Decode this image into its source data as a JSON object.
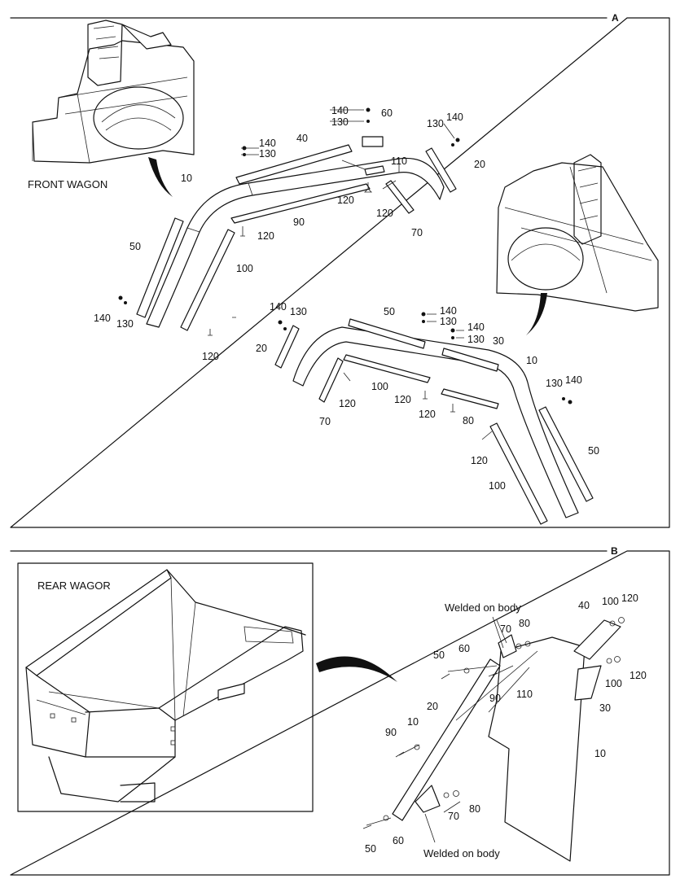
{
  "panels": {
    "a": {
      "tag": "A",
      "captions": {
        "front_wagon": "FRONT WAGON"
      },
      "labels": [
        "140",
        "130",
        "60",
        "140",
        "130",
        "140",
        "130",
        "40",
        "20",
        "10",
        "110",
        "120",
        "120",
        "90",
        "70",
        "50",
        "100",
        "120",
        "140",
        "130",
        "120",
        "140",
        "130",
        "50",
        "140",
        "130",
        "140",
        "130",
        "30",
        "10",
        "20",
        "100",
        "120",
        "70",
        "120",
        "120",
        "80",
        "130",
        "140",
        "50",
        "120",
        "100"
      ]
    },
    "b": {
      "tag": "B",
      "captions": {
        "rear_wagon": "REAR WAGOR",
        "welded_top": "Welded on body",
        "welded_bottom": "Welded on body"
      },
      "labels": [
        "40",
        "100",
        "120",
        "70",
        "80",
        "50",
        "60",
        "20",
        "90",
        "110",
        "100",
        "120",
        "30",
        "90",
        "10",
        "10",
        "70",
        "80",
        "50",
        "60"
      ]
    }
  }
}
